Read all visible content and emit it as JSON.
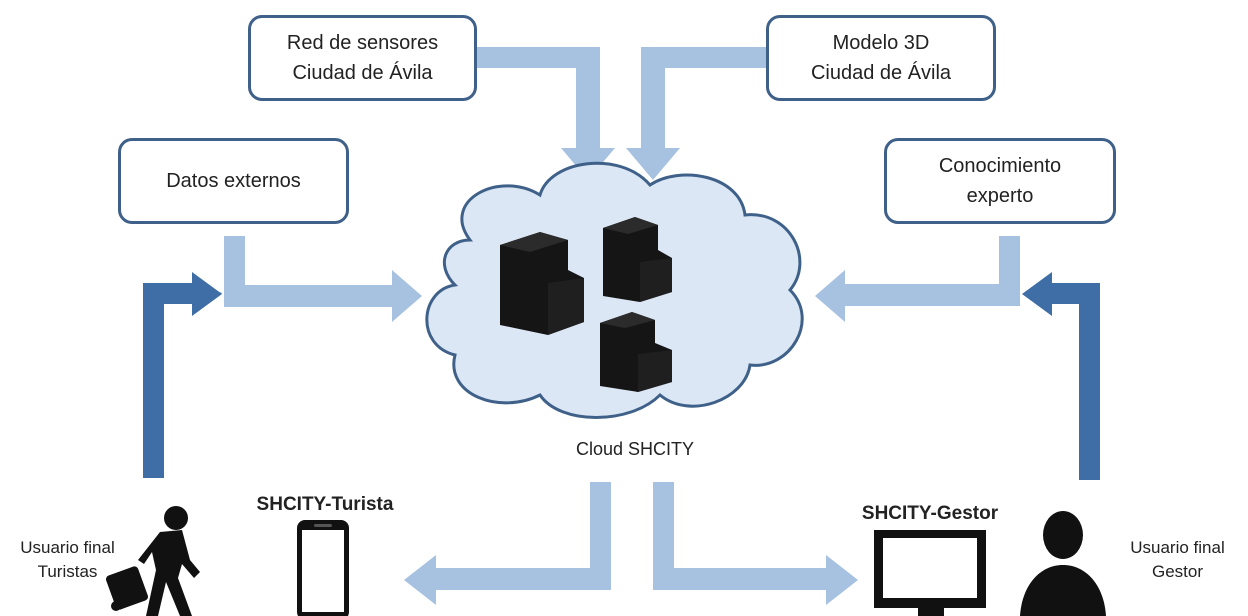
{
  "boxes": {
    "sensors": {
      "line1": "Red de sensores",
      "line2": "Ciudad de Ávila"
    },
    "model3d": {
      "line1": "Modelo 3D",
      "line2": "Ciudad de Ávila"
    },
    "external": {
      "line1": "Datos externos"
    },
    "expert": {
      "line1": "Conocimiento",
      "line2": "experto"
    }
  },
  "cloud": {
    "label": "Cloud SHCITY"
  },
  "apps": {
    "tourist": "SHCITY-Turista",
    "manager": "SHCITY-Gestor"
  },
  "users": {
    "tourist": {
      "line1": "Usuario final",
      "line2": "Turistas"
    },
    "manager": {
      "line1": "Usuario final",
      "line2": "Gestor"
    }
  },
  "colors": {
    "box_border": "#3f6189",
    "arrow_light": "#a7c1e0",
    "arrow_dark": "#3f6da6",
    "cloud_fill": "#dbe7f5",
    "cloud_stroke": "#3f6189"
  }
}
